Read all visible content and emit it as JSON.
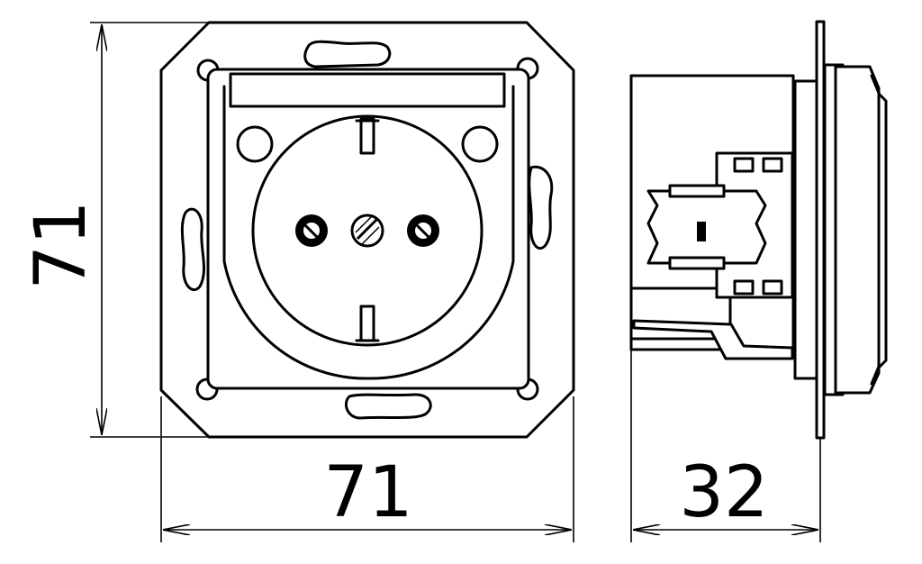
{
  "drawing": {
    "dimensions": {
      "height": "71",
      "width": "71",
      "depth": "32"
    },
    "stroke_color": "#000000",
    "background_color": "#ffffff"
  }
}
